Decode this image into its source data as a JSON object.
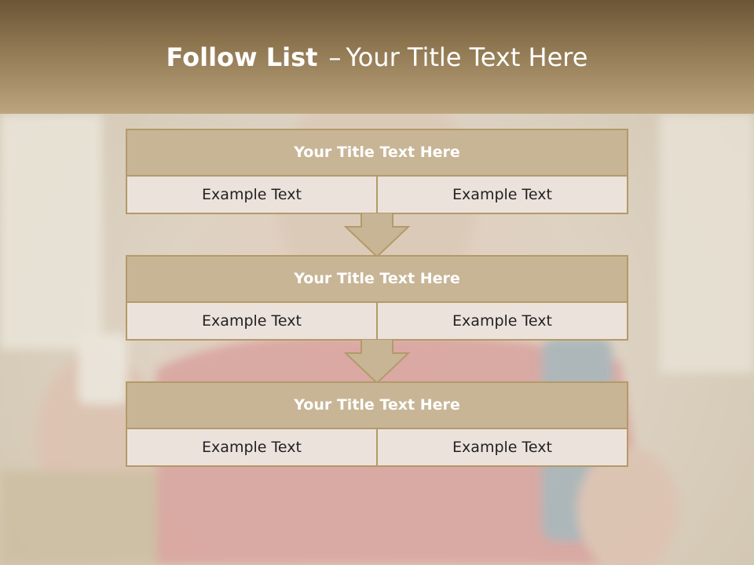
{
  "header": {
    "title_bold": "Follow List",
    "title_dash": "–",
    "title_rest": "Your Title Text Here"
  },
  "steps": [
    {
      "title": "Your Title Text Here",
      "left": "Example Text",
      "right": "Example Text"
    },
    {
      "title": "Your Title Text Here",
      "left": "Example Text",
      "right": "Example Text"
    },
    {
      "title": "Your Title Text Here",
      "left": "Example Text",
      "right": "Example Text"
    }
  ],
  "colors": {
    "header_dark": "#6b5535",
    "header_light": "#bca57e",
    "block_title_fill": "#c8b595",
    "cell_fill": "#ece2dc",
    "border": "#b39a6a",
    "arrow_fill": "#c8b595"
  },
  "icons": [
    "down-arrow-icon",
    "down-arrow-icon"
  ]
}
